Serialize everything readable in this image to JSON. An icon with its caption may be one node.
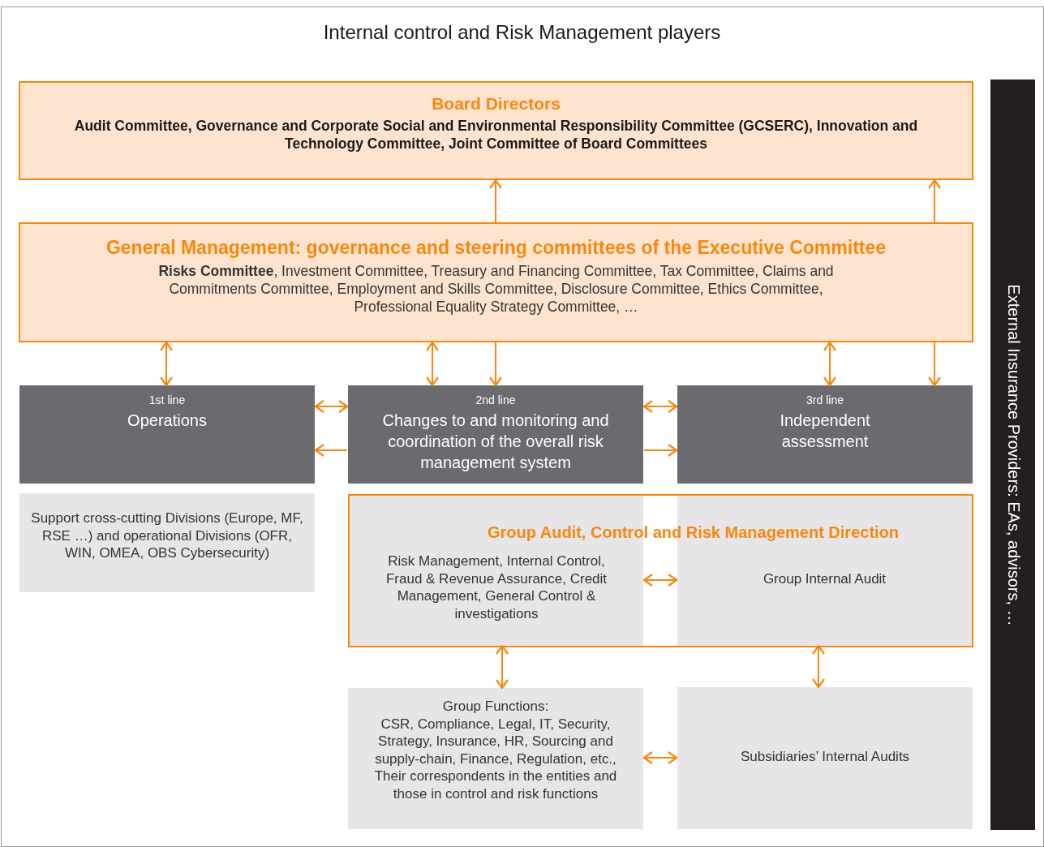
{
  "diagram": {
    "title": "Internal control and Risk Management players",
    "nodes": [
      {
        "text": [
          "Board Directors",
          "Audit Committee, Governance and Corporate Social and Environmental Responsibility Committee (GCSERC), Innovation and Technology Committee, Joint Committee of Board Committees"
        ]
      },
      {
        "text": [
          "General Management: governance and steering committees of the Executive Committee",
          "**Risks Committee**, Investment Committee, Treasury and Financing Committee, Tax Committee, Claims and Commitments Committee, Employment and Skills Committee, Disclosure Committee, Ethics Committee, Professional Equality Strategy Committee, …"
        ]
      },
      {
        "text": [
          "1st line",
          "Operations"
        ]
      },
      {
        "text": [
          "2nd line",
          "Changes to and monitoring and coordination of the overall risk management system"
        ]
      },
      {
        "text": [
          "3rd line",
          "Independent assessment"
        ]
      },
      {
        "text": [
          "Support cross-cutting Divisions (Europe, MF, RSE …) and operational Divisions (OFR, WIN, OMEA, OBS Cybersecurity)"
        ]
      },
      {
        "text": [
          "Group Audit, Control and Risk Management Direction"
        ]
      },
      {
        "text": [
          "Risk Management, Internal Control, Fraud & Revenue Assurance, Credit Management, General Control & investigations"
        ],
        "in": 6
      },
      {
        "text": [
          "Group Internal Audit"
        ],
        "in": 6
      },
      {
        "text": [
          "Group Functions:",
          "CSR, Compliance, Legal, IT,   Security, Strategy, Insurance, HR, Sourcing and supply-chain, Finance, Regulation, etc., Their correspondents in the entities and those in control and risk functions"
        ]
      },
      {
        "text": [
          "Subsidiaries’ Internal Audits"
        ]
      },
      {
        "text": [
          "External Insurance Providers: EAs, advisors, …"
        ]
      }
    ],
    "edges": [
      {
        "from": 1,
        "to": 0,
        "arrow": "to"
      },
      {
        "from": 1,
        "to": 0,
        "arrow": "to"
      },
      {
        "from": 1,
        "to": 2,
        "arrow": "both"
      },
      {
        "from": 1,
        "to": 3,
        "arrow": "both"
      },
      {
        "from": 1,
        "to": 3,
        "arrow": "to"
      },
      {
        "from": 1,
        "to": 4,
        "arrow": "both"
      },
      {
        "from": 1,
        "to": 4,
        "arrow": "to"
      },
      {
        "from": 2,
        "to": 3,
        "arrow": "both"
      },
      {
        "from": 3,
        "to": 2,
        "arrow": "to"
      },
      {
        "from": 3,
        "to": 4,
        "arrow": "both"
      },
      {
        "from": 3,
        "to": 4,
        "arrow": "to"
      },
      {
        "from": 7,
        "to": 8,
        "arrow": "both"
      },
      {
        "from": 7,
        "to": 9,
        "arrow": "both"
      },
      {
        "from": 8,
        "to": 10,
        "arrow": "both"
      },
      {
        "from": 9,
        "to": 10,
        "arrow": "both"
      }
    ]
  }
}
